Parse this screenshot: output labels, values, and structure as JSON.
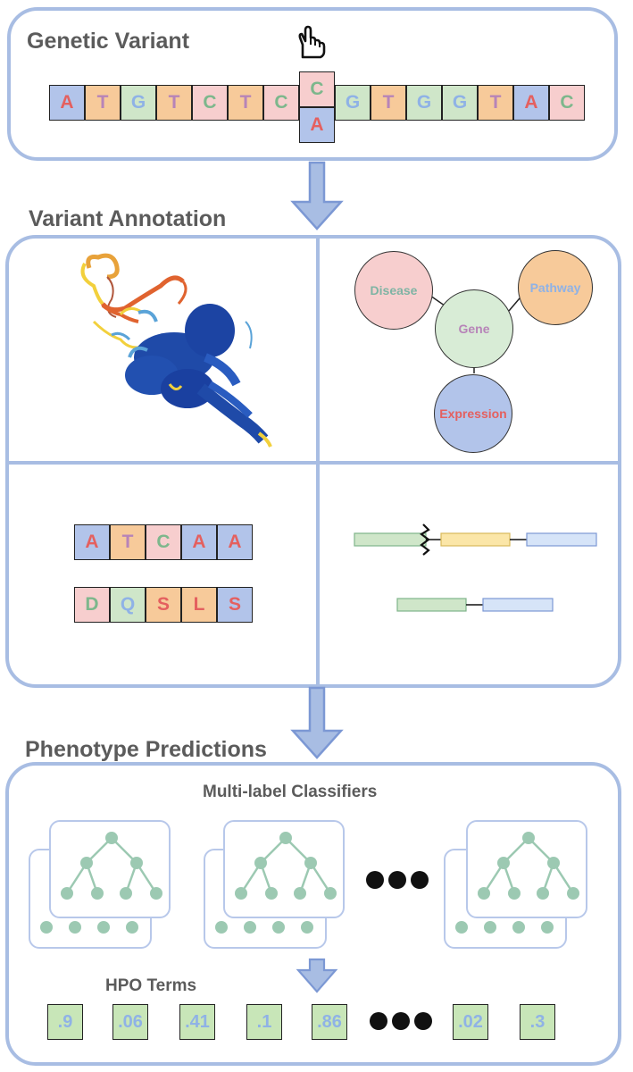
{
  "sections": {
    "genetic_variant": "Genetic Variant",
    "variant_annotation": "Variant Annotation",
    "phenotype_predictions": "Phenotype Predictions"
  },
  "dna_sequence": [
    {
      "letter": "A",
      "bg": "blue",
      "fg": "red"
    },
    {
      "letter": "T",
      "bg": "orange",
      "fg": "purple"
    },
    {
      "letter": "G",
      "bg": "green",
      "fg": "lblue"
    },
    {
      "letter": "T",
      "bg": "orange",
      "fg": "purple"
    },
    {
      "letter": "C",
      "bg": "pink",
      "fg": "green"
    },
    {
      "letter": "T",
      "bg": "orange",
      "fg": "purple"
    },
    {
      "letter": "C",
      "bg": "pink",
      "fg": "green"
    },
    {
      "letter": "C",
      "bg": "pink",
      "fg": "green"
    },
    {
      "letter": "G",
      "bg": "green",
      "fg": "lblue"
    },
    {
      "letter": "T",
      "bg": "orange",
      "fg": "purple"
    },
    {
      "letter": "G",
      "bg": "green",
      "fg": "lblue"
    },
    {
      "letter": "G",
      "bg": "green",
      "fg": "lblue"
    },
    {
      "letter": "T",
      "bg": "orange",
      "fg": "purple"
    },
    {
      "letter": "A",
      "bg": "blue",
      "fg": "red"
    },
    {
      "letter": "C",
      "bg": "pink",
      "fg": "green"
    }
  ],
  "variant_alt": {
    "letter": "A",
    "bg": "blue",
    "fg": "red"
  },
  "network": {
    "center": "Gene",
    "disease": "Disease",
    "pathway": "Pathway",
    "expression": "Expression"
  },
  "nucleotide_seq": [
    {
      "letter": "A",
      "bg": "blue",
      "fg": "red"
    },
    {
      "letter": "T",
      "bg": "orange",
      "fg": "purple"
    },
    {
      "letter": "C",
      "bg": "pink",
      "fg": "green"
    },
    {
      "letter": "A",
      "bg": "blue",
      "fg": "red"
    },
    {
      "letter": "A",
      "bg": "blue",
      "fg": "red"
    }
  ],
  "amino_seq": [
    {
      "letter": "D",
      "bg": "pink",
      "fg": "green"
    },
    {
      "letter": "Q",
      "bg": "green",
      "fg": "lblue"
    },
    {
      "letter": "S",
      "bg": "orange",
      "fg": "red"
    },
    {
      "letter": "L",
      "bg": "orange",
      "fg": "red"
    },
    {
      "letter": "S",
      "bg": "blue",
      "fg": "red"
    }
  ],
  "classifiers_label": "Multi-label Classifiers",
  "hpo_label": "HPO Terms",
  "hpo_values": [
    ".9",
    ".06",
    ".41",
    ".1",
    ".86",
    ".02",
    ".3"
  ],
  "colors": {
    "blue": "#b2c4ea",
    "orange": "#f7ca9a",
    "green": "#cfe6c9",
    "pink": "#f7cece",
    "panel_border": "#a8bde3",
    "tree": "#9cc9b2"
  }
}
